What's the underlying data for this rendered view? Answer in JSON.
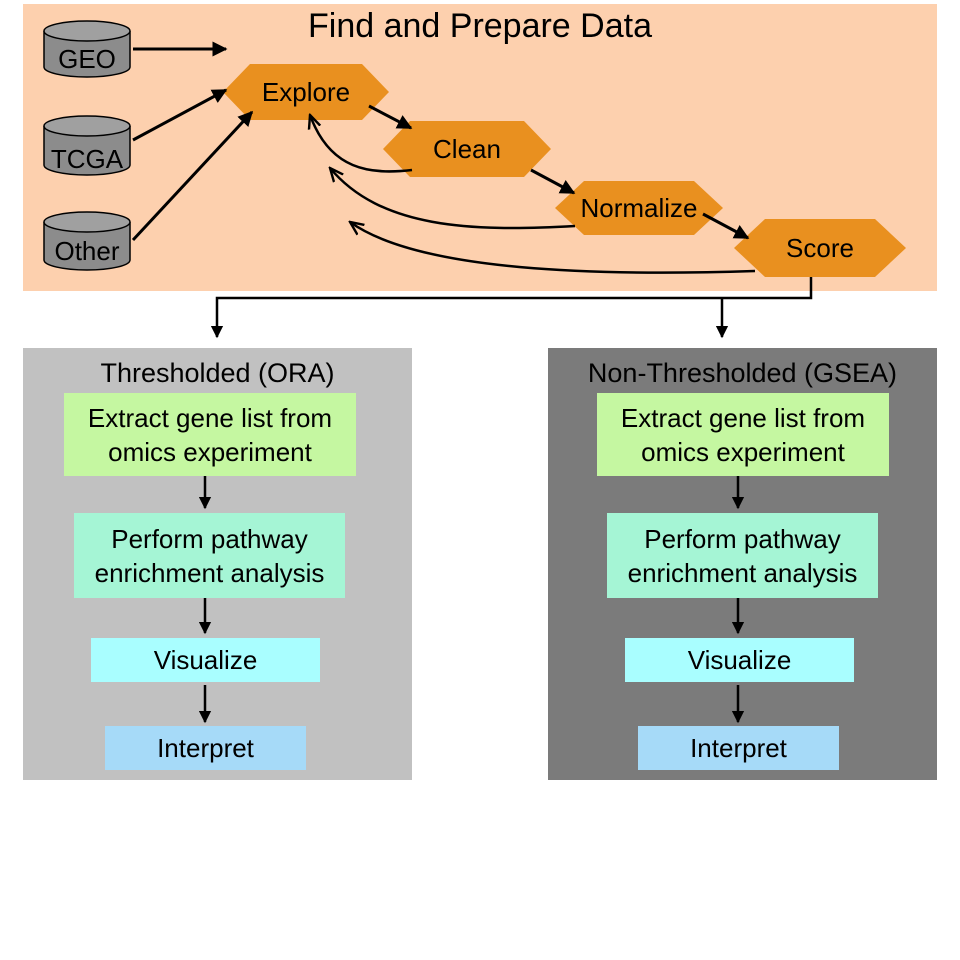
{
  "top": {
    "title": "Find and Prepare Data",
    "sources": [
      "GEO",
      "TCGA",
      "Other"
    ],
    "steps": [
      "Explore",
      "Clean",
      "Normalize",
      "Score"
    ]
  },
  "left": {
    "title": "Thresholded (ORA)",
    "boxes": {
      "extract_line1": "Extract gene list from",
      "extract_line2": "omics experiment",
      "perform_line1": "Perform pathway",
      "perform_line2": "enrichment analysis",
      "visualize": "Visualize",
      "interpret": "Interpret"
    }
  },
  "right": {
    "title": "Non-Thresholded (GSEA)",
    "boxes": {
      "extract_line1": "Extract gene list from",
      "extract_line2": "omics experiment",
      "perform_line1": "Perform pathway",
      "perform_line2": "enrichment analysis",
      "visualize": "Visualize",
      "interpret": "Interpret"
    }
  },
  "colors": {
    "top_panel": "#fdd0ae",
    "left_panel": "#c1c1c1",
    "right_panel": "#7b7b7b",
    "hexagon": "#e9901f",
    "database": "#8c8c8c",
    "extract_box": "#c5f7a1",
    "perform_box": "#a5f5d5",
    "visualize_box": "#a9feff",
    "interpret_box": "#a6daf8"
  }
}
